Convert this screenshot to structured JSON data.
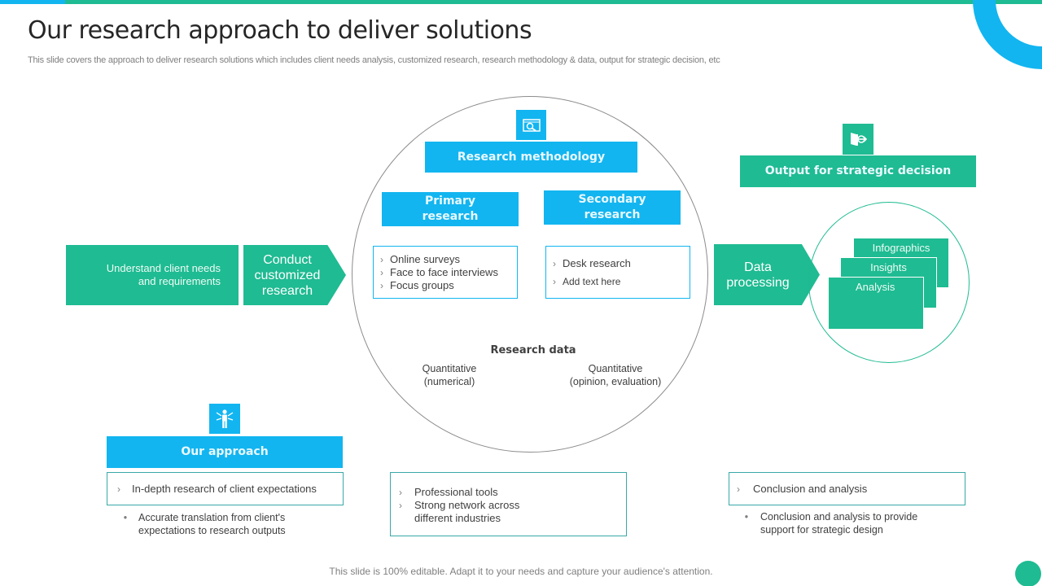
{
  "slide": {
    "title": "Our research approach to deliver solutions",
    "subtitle": "This slide covers the approach to deliver research solutions which includes client needs analysis, customized research, research methodology & data, output for strategic decision, etc",
    "footer": "This slide is 100% editable. Adapt it to your needs and capture your audience's attention."
  },
  "colors": {
    "blue": "#12b5f0",
    "green": "#1fbb92"
  },
  "flow": {
    "step1": "Understand client needs and requirements",
    "step2": "Conduct customized research",
    "step3": "Data processing"
  },
  "methodology": {
    "icon": "research-search-icon",
    "title": "Research methodology",
    "primary": {
      "title_line1": "Primary",
      "title_line2": "research",
      "items": [
        "Online surveys",
        "Face to face interviews",
        "Focus groups"
      ]
    },
    "secondary": {
      "title_line1": "Secondary",
      "title_line2": "research",
      "items": [
        "Desk research",
        "Add text here"
      ]
    },
    "data": {
      "title": "Research data",
      "left_line1": "Quantitative",
      "left_line2": "(numerical)",
      "right_line1": "Quantitative",
      "right_line2": "(opinion,  evaluation)"
    }
  },
  "output": {
    "icon": "exit-door-icon",
    "title": "Output for strategic decision",
    "cards": [
      "Infographics",
      "Insights",
      "Analysis"
    ]
  },
  "approach": {
    "icon": "person-icon",
    "title": "Our approach",
    "box_item": "In-depth research of client expectations",
    "bullet_line1": "Accurate translation from client's",
    "bullet_line2": "expectations to research outputs"
  },
  "tools": {
    "items": [
      "Professional tools",
      "Strong network across"
    ],
    "continuation": "different industries"
  },
  "conclusion": {
    "box_item": "Conclusion and analysis",
    "bullet_line1": "Conclusion and analysis to provide",
    "bullet_line2": "support for strategic design"
  }
}
